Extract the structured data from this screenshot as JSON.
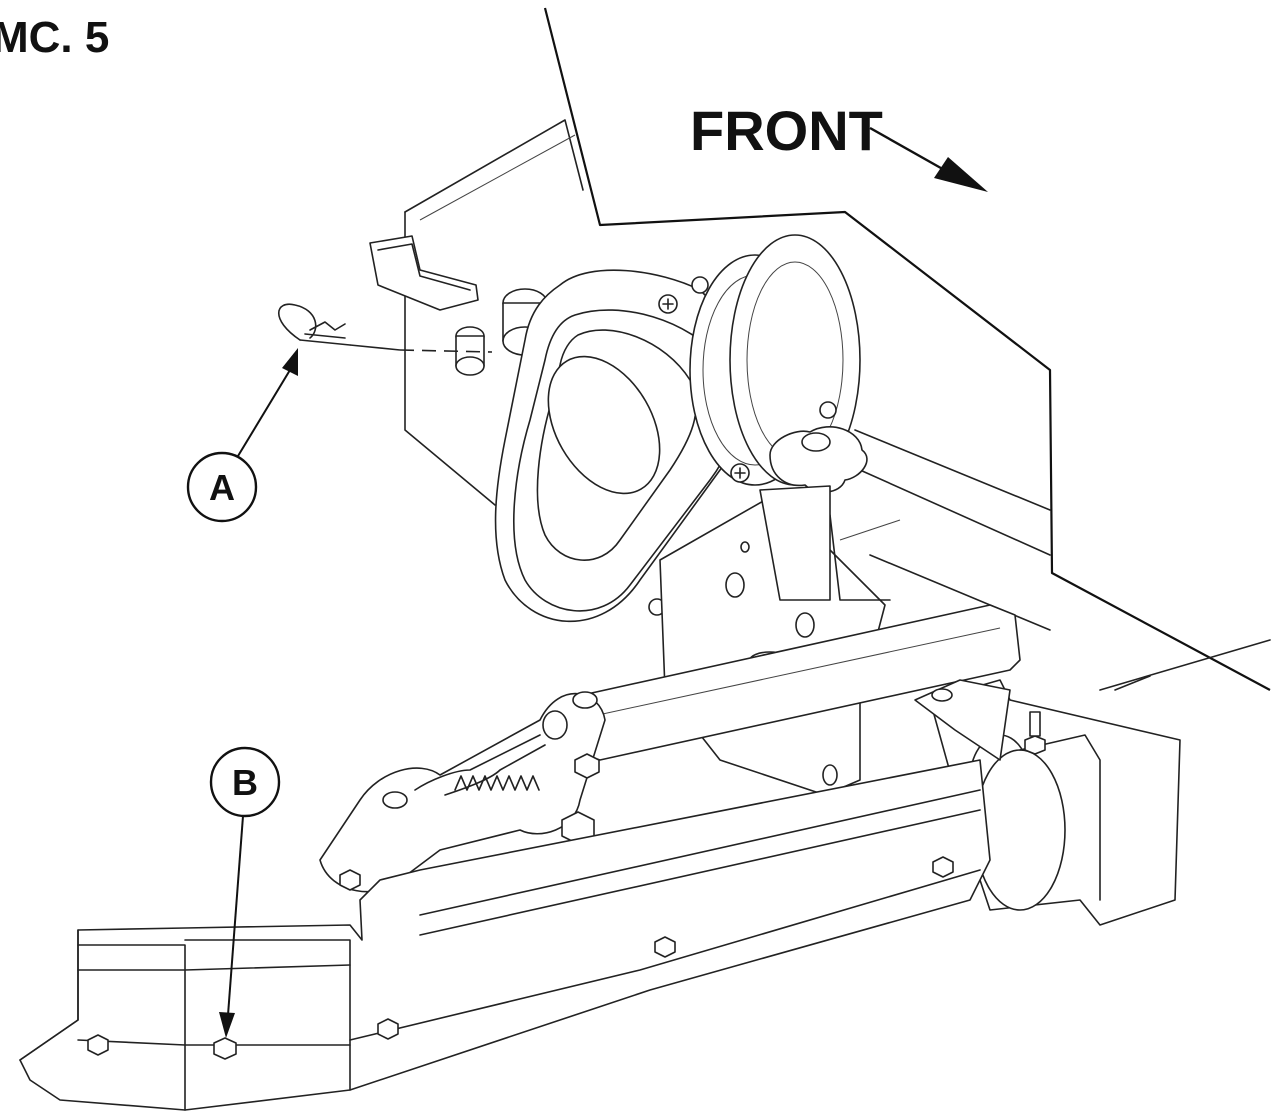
{
  "figure": {
    "title": "MC. 5",
    "direction_label": "FRONT"
  },
  "callouts": [
    {
      "letter": "A"
    },
    {
      "letter": "B"
    }
  ]
}
